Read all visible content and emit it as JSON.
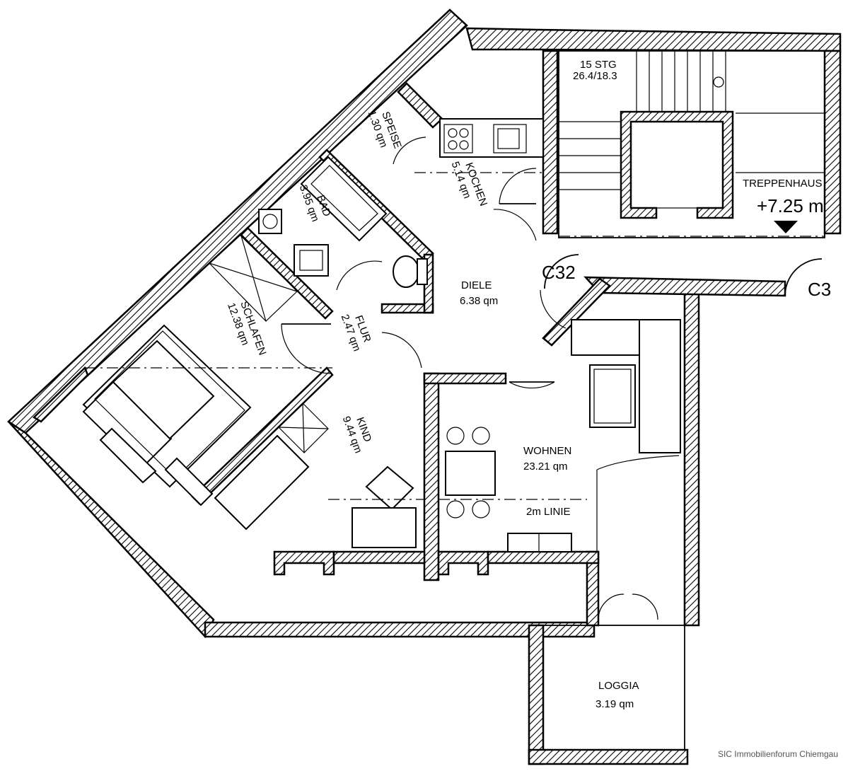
{
  "rooms": {
    "speise": {
      "name": "SPEISE",
      "area": "1.30 qm"
    },
    "kochen": {
      "name": "KOCHEN",
      "area": "5.14 qm"
    },
    "bad": {
      "name": "BAD",
      "area": "3.95 qm"
    },
    "diele": {
      "name": "DIELE",
      "area": "6.38 qm"
    },
    "schlafen": {
      "name": "SCHLAFEN",
      "area": "12.38 qm"
    },
    "flur": {
      "name": "FLUR",
      "area": "2.47 qm"
    },
    "kind": {
      "name": "KIND",
      "area": "9.44 qm"
    },
    "wohnen": {
      "name": "WOHNEN",
      "area": "23.21 qm"
    },
    "loggia": {
      "name": "LOGGIA",
      "area": "3.19 qm"
    },
    "treppenhaus": {
      "name": "TREPPENHAUS",
      "level": "+7.25 m"
    }
  },
  "stairs": {
    "steps": "15 STG",
    "ratio": "26.4/18.3"
  },
  "annotations": {
    "line_2m": "2m LINIE",
    "marker_c32": "C32",
    "marker_c3": "C3"
  },
  "credit": "SIC Immobilienforum Chiemgau"
}
